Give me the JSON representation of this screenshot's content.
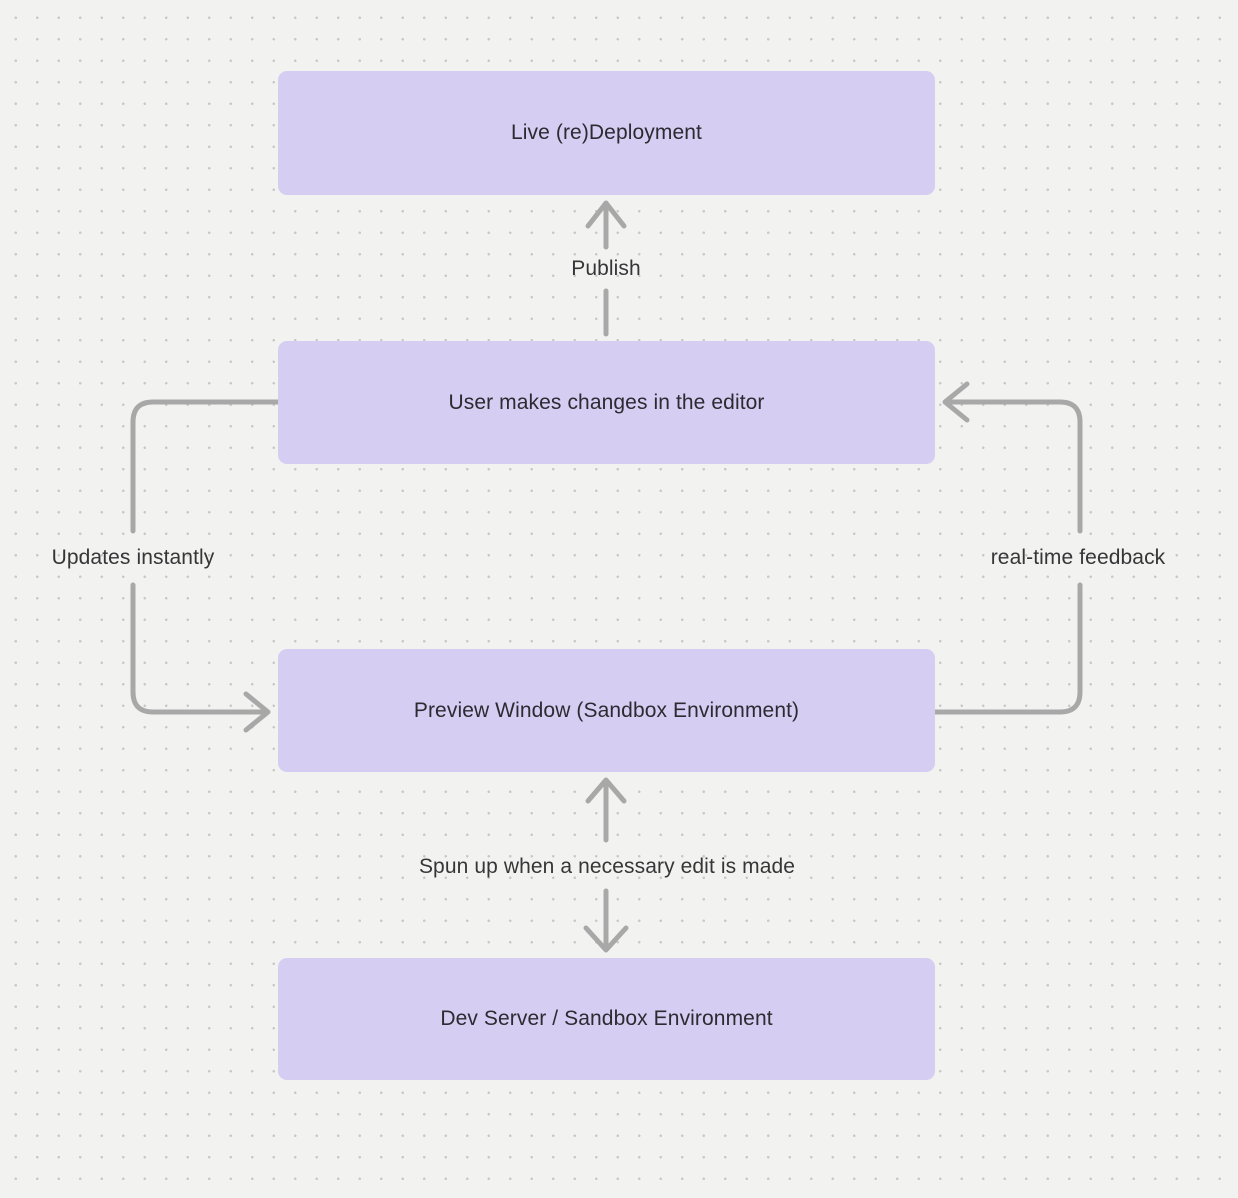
{
  "diagram": {
    "background": {
      "pattern": "dot-grid",
      "color": "#f2f2f0",
      "dot_color": "#c8c8c6"
    },
    "node_style": {
      "fill": "#d6cdf3",
      "text_color": "#2b2b31"
    },
    "arrow_color": "#a8a8a8",
    "nodes": [
      {
        "id": "live-redeployment",
        "label": "Live (re)Deployment"
      },
      {
        "id": "editor-changes",
        "label": "User makes changes in the editor"
      },
      {
        "id": "preview-window",
        "label": "Preview Window (Sandbox Environment)"
      },
      {
        "id": "dev-server",
        "label": "Dev Server / Sandbox Environment"
      }
    ],
    "edges": [
      {
        "id": "publish",
        "label": "Publish",
        "from": "editor-changes",
        "to": "live-redeployment",
        "direction": "up"
      },
      {
        "id": "updates-instantly",
        "label": "Updates instantly",
        "from": "editor-changes",
        "to": "preview-window",
        "direction": "left-loop-down"
      },
      {
        "id": "real-time-feedback",
        "label": "real-time feedback",
        "from": "preview-window",
        "to": "editor-changes",
        "direction": "right-loop-up"
      },
      {
        "id": "spun-up",
        "label": "Spun up when a necessary edit is made",
        "from": "preview-window",
        "to": "dev-server",
        "direction": "bidirectional"
      }
    ]
  }
}
